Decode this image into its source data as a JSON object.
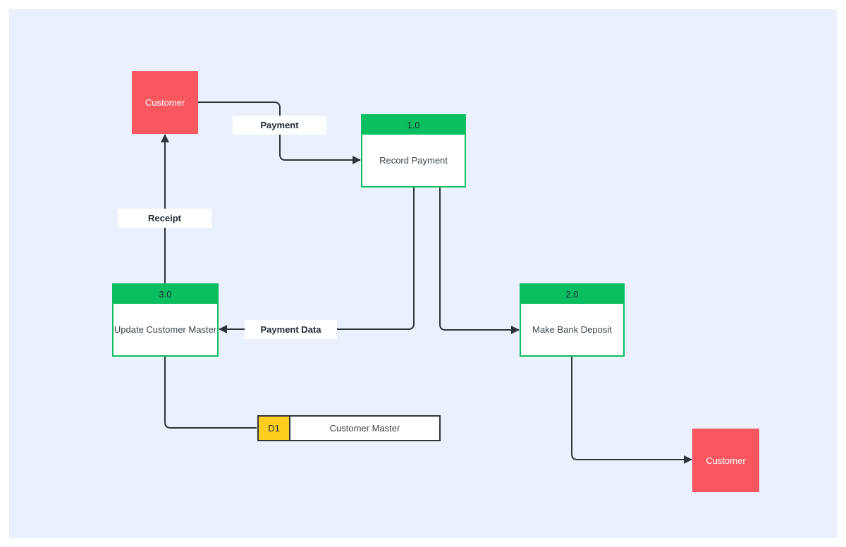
{
  "diagram": {
    "type": "data-flow-diagram",
    "colors": {
      "page_bg": "#FFFFFF",
      "canvas_bg": "#EAF1FC",
      "entity_red": "#F8575F",
      "process_green": "#0BBE60",
      "store_yellow": "#FFCE1F",
      "line_color": "#2F3437",
      "text_dark": "#1F2933",
      "text_light": "#FFFFFF"
    },
    "entities": [
      {
        "label": "Customer"
      },
      {
        "label": "Customer"
      }
    ],
    "processes": [
      {
        "number": "1.0",
        "label": "Record Payment"
      },
      {
        "number": "2.0",
        "label": "Make Bank Deposit"
      },
      {
        "number": "3.0",
        "label": "Update Customer Master"
      }
    ],
    "data_store": {
      "code": "D1",
      "label": "Customer Master"
    },
    "flow_labels": [
      {
        "label": "Payment"
      },
      {
        "label": "Receipt"
      },
      {
        "label": "Payment Data"
      }
    ]
  }
}
